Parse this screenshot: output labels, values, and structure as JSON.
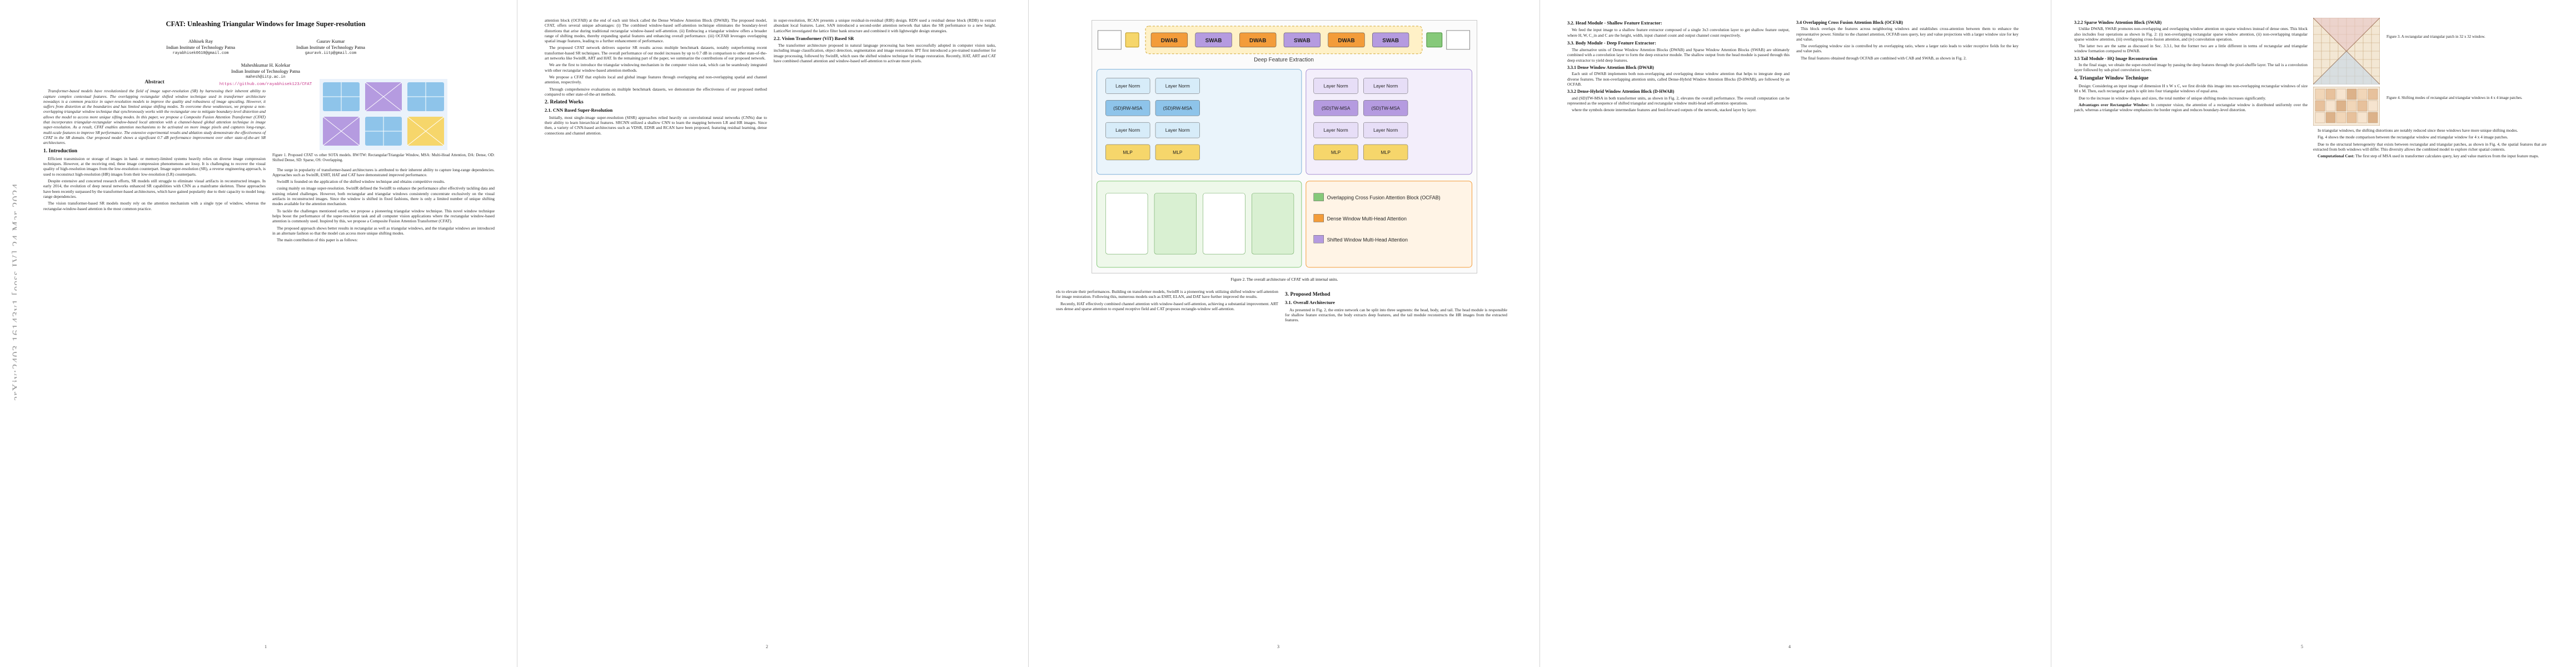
{
  "arxiv_stamp": "arXiv:2403.16143v1  [eess.IV]  24 Mar 2024",
  "page_numbers": [
    "1",
    "2",
    "3",
    "4",
    "5"
  ],
  "paper": {
    "title": "CFAT: Unleashing Triangular Windows for Image Super-resolution",
    "authors": [
      {
        "name": "Abhisek Ray",
        "affiliation": "Indian Institute of Technology Patna",
        "email": "rayabhisek0610@gmail.com"
      },
      {
        "name": "Gaurav Kumar",
        "affiliation": "Indian Institute of Technology Patna",
        "email": "gauravk.iitp@gmail.com"
      }
    ],
    "author3": {
      "name": "Maheshkumar H. Kolekar",
      "affiliation": "Indian Institute of Technology Patna",
      "email": "mahesh@iitp.ac.in"
    },
    "github": "https://github.com/rayabhisek123/CFAT"
  },
  "page1": {
    "abstract_heading": "Abstract",
    "abstract": "Transformer-based models have revolutionized the field of image super-resolution (SR) by harnessing their inherent ability to capture complex contextual features. The overlapping rectangular shifted window technique used in transformer architecture nowadays is a common practice in super-resolution models to improve the quality and robustness of image upscaling. However, it suffers from distortion at the boundaries and has limited unique shifting modes. To overcome these weaknesses, we propose a non-overlapping triangular window technique that synchronously works with the rectangular one to mitigate boundary-level distortion and allows the model to access more unique sifting modes. In this paper, we propose a Composite Fusion Attention Transformer (CFAT) that incorporates triangular-rectangular window-based local attention with a channel-based global attention technique in image super-resolution. As a result, CFAT enables attention mechanisms to be activated on more image pixels and captures long-range, multi-scale features to improve SR performance. The extensive experimental results and ablation study demonstrate the effectiveness of CFAT in the SR domain. Our proposed model shows a significant 0.7 dB performance improvement over other state-of-the-art SR architectures.",
    "fig1_caption": "Figure 1. Proposed CFAT vs other SOTA models. RW/TW: Rectangular/Triangular Window, MSA: Multi-Head Attention, DA: Dense, OD: Shifted Dense, SD: Sparse, OS: Overlapping.",
    "sec1_heading": "1. Introduction",
    "intro_1": "Efficient transmission or storage of images in hand- or memory-limited systems heavily relies on diverse image compression techniques. However, at the receiving end, these image compression phenomenons are lossy. It is challenging to recover the visual quality of high-resolution images from the low-resolution counterpart. Image super-resolution (SR), a reverse engineering approach, is used to reconstruct high-resolution (HR) images from their low-resolution (LR) counterparts.",
    "intro_2": "Despite extensive and concerted research efforts, SR models still struggle to eliminate visual artifacts in reconstructed images. In early 2014, the evolution of deep neural networks enhanced SR capabilities with CNN as a mainframe skeleton. These approaches have been recently surpassed by the transformer-based architectures, which have gained popularity due to their capacity to model long-range dependencies.",
    "intro_3": "The vision transformer-based SR models mostly rely on the attention mechanism with a single type of window, whereas the rectangular-window-based attention is the most common practice.",
    "intro_4": "The surge in popularity of transformer-based architectures is attributed to their inherent ability to capture long-range dependencies. Approaches such as SwinIR, ESRT, HAT and CAT have demonstrated improved performance.",
    "intro_5": "SwinIR is founded on the application of the shifted window technique and obtains competitive results.",
    "col2_p1": "cusing mainly on image super-resolution. SwinIR defined the SwinIR to enhance the performance after effectively tackling data and training related challenges. However, both rectangular and triangular windows consistently concentrate exclusively on the visual artifacts in reconstructed images. Since the window is shifted in fixed fashions, there is only a limited number of unique shifting modes available for the attention mechanism.",
    "col2_p2": "To tackle the challenges mentioned earlier, we propose a pioneering triangular window technique. This novel window technique helps boost the performance of the super-resolution task and all computer vision applications where the rectangular window-based attention is commonly used. Inspired by this, we propose a Composite Fusion Attention Transformer (CFAT).",
    "col2_p3": "The proposed approach shows better results in rectangular as well as triangular windows, and the triangular windows are introduced in an alternate fashion so that the model can access more unique shifting modes.",
    "col2_p4": "The main contribution of this paper is as follows:"
  },
  "page2": {
    "col1_p1": "attention block (OCFAB) at the end of each unit block called the Dense Window Attention Block (DWAB). The proposed model, CFAT, offers several unique advantages: (i) The combined window-based self-attention technique eliminates the boundary-level distortions that arise during traditional rectangular window-based self-attention. (ii) Embracing a triangular window offers a broader range of shifting modes, thereby expanding spatial features and enhancing overall performance. (iii) OCFAB leverages overlapping spatial image features, leading to a further enhancement of performance.",
    "col1_p2": "The proposed CFAT network delivers superior SR results across multiple benchmark datasets, notably outperforming recent transformer-based SR techniques. The overall performance of our model increases by up to 0.7 dB in comparison to other state-of-the-art networks like SwinIR, ART and HAT. In the remaining part of the paper, we summarize the contributions of our proposed network.",
    "contrib_1": "We are the first to introduce the triangular windowing mechanism in the computer vision task, which can be seamlessly integrated with other rectangular window-based attention methods.",
    "contrib_2": "We propose a CFAT that exploits local and global image features through overlapping and non-overlapping spatial and channel attention, respectively.",
    "contrib_3": "Through comprehensive evaluations on multiple benchmark datasets, we demonstrate the effectiveness of our proposed method compared to other state-of-the-art methods.",
    "sec2_heading": "2. Related Works",
    "sec21_heading": "2.1. CNN Based Super-Resolution",
    "rw_1": "Initially, most single-image super-resolution (SISR) approaches relied heavily on convolutional neural networks (CNNs) due to their ability to learn hierarchical features. SRCNN utilized a shallow CNN to learn the mapping between LR and HR images. Since then, a variety of CNN-based architectures such as VDSR, EDSR and RCAN have been proposed, featuring residual learning, dense connections and channel attention.",
    "col2_p1": "in super-resolution, RCAN presents a unique residual-in-residual (RIR) design. RDN used a residual dense block (RDB) to extract abundant local features. Later, SAN introduced a second-order attention network that takes the SR performance to a new height. LatticeNet investigated the lattice filter bank structure and combined it with lightweight design strategies.",
    "sec22_heading": "2.2. Vision Transformer (ViT) Based SR",
    "rw_2": "The transformer architecture proposed in natural language processing has been successfully adopted in computer vision tasks, including image classification, object detection, segmentation and image restoration. IPT first introduced a pre-trained transformer for image processing, followed by SwinIR, which uses the shifted window technique for image restoration. Recently, HAT, ART and CAT have combined channel attention and window-based self-attention to activate more pixels.",
    "fig2_caption": "Figure 2. The overall architecture of CFAT with all internal units."
  },
  "page3": {
    "col1_p1": "els to elevate their performances. Building on transformer models, SwinIR is a pioneering work utilizing shifted window self-attention for image restoration. Following this, numerous models such as ESRT, ELAN, and DAT have further improved the results.",
    "col1_p2": "Recently, HAT effectively combined channel attention with window-based self-attention, achieving a substantial improvement. ART uses dense and sparse attention to expand receptive field and CAT proposes rectangle-window self-attention.",
    "sec3_heading": "3. Proposed Method",
    "sec31_heading": "3.1. Overall Architecture",
    "arch_1": "As presented in Fig. 2, the entire network can be split into three segments: the head, body, and tail. The head module is responsible for shallow feature extraction, the body extracts deep features, and the tail module reconstructs the HR images from the extracted features.",
    "sec32_heading": "3.2. Head Module - Shallow Feature Extractor:",
    "head_1": "We feed the input image to a shallow feature extractor composed of a single 3x3 convolution layer to get shallow feature output, where H, W, C_in and C are the height, width, input channel count and output channel count respectively.",
    "sec33_heading": "3.3. Body Module - Deep Feature Extractor:",
    "body_1": "The alternative units of Dense Window Attention Blocks (DWAB) and Sparse Window Attention Blocks (SWAB) are ultimately combined with a convolution layer to form the deep extractor module. The shallow output from the head module is passed through this deep extractor to yield deep features.",
    "sec331_heading": "3.3.1 Dense Window Attention Block (DWAB)",
    "body_2": "Each unit of DWAB implements both non-overlapping and overlapping dense window attention that helps to integrate deep and diverse features. The non-overlapping attention units, called Dense-Hybrid Window Attention Blocks (D-HWAB), are followed by an OCFAB.",
    "sec332_heading": "3.3.2 Dense-Hybrid Window Attention Block (D-HWAB)",
    "col2_p1": "and (SD)TW-MSA in both transformer units, as shown in Fig. 2, elevates the overall performance. The overall computation can be represented as the sequence of shifted triangular and rectangular window multi-head self-attention operations.",
    "col2_p2": "where the symbols denote intermediate features and feed-forward outputs of the network, stacked layer by layer.",
    "sec34_heading": "3.4 Overlapping Cross Fusion Attention Block (OCFAB)",
    "ocfab_1": "This block overlaps the features across neighboring windows and establishes cross-attention between them to enhance the representative power. Similar to the channel attention, OCFAB uses query, key and value projections with a larger window size for key and value.",
    "ocfab_2": "The overlapping window size is controlled by an overlapping ratio, where a larger ratio leads to wider receptive fields for the key and value pairs.",
    "col2_p3": "The final features obtained through OCFAB are combined with CAB and SWAB, as shown in Fig. 2."
  },
  "page4": {
    "sec322_heading": "3.2.2 Sparse Window Attention Block (SWAB)",
    "swab_1": "Unlike DWAB, SWAB promotes non-overlapping and overlapping window attention on sparse windows instead of dense ones. This block also includes four operations as shown in Fig. 2: (i) non-overlapping rectangular sparse window attention, (ii) non-overlapping triangular sparse window attention, (iii) overlapping cross-fusion attention, and (iv) convolution operation.",
    "swab_2": "The latter two are the same as discussed in Sec. 3.3.1, but the former two are a little different in terms of rectangular and triangular window formation compared to DWAB.",
    "sec35_heading": "3.5 Tail Module - HQ Image Reconstruction",
    "tail_1": "In the final stage, we obtain the super-resolved image by passing the deep features through the pixel-shuffle layer. The tail is a convolution layer followed by sub-pixel convolution layers.",
    "sec4_heading": "4. Triangular Window Technique",
    "design_1": "Design: Considering an input image of dimension H x W x C, we first divide this image into non-overlapping rectangular windows of size M x M. Then, each rectangular patch is split into four triangular windows of equal area.",
    "design_2": "Due to the increase in window shapes and sizes, the total number of unique shifting modes increases significantly.",
    "adv_heading": "Advantages over Rectangular Window:",
    "adv_1": "In computer vision, the attention of a rectangular window is distributed uniformly over the patch, whereas a triangular window emphasizes the border region and reduces boundary-level distortion.",
    "col2_p1": "In triangular windows, the shifting distortions are notably reduced since these windows have more unique shifting modes.",
    "fig3_caption": "Figure 3. A rectangular and triangular patch in 32 x 32 window.",
    "fig4_caption": "Figure 4. Shifting modes of rectangular and triangular windows in 4 x 4 image patches.",
    "col2_p2": "Fig. 4 shows the mode comparison between the rectangular window and triangular window for 4 x 4 image patches.",
    "col2_p3": "Due to the structural heterogeneity that exists between rectangular and triangular patches, as shown in Fig. 4, the spatial features that are extracted from both windows will differ. This diversity allows the combined model to explore richer spatial contexts.",
    "comp_heading": "Computational Cost:",
    "comp_1": "The first step of MSA used in transformer calculates query, key and value matrices from the input feature maps."
  },
  "fig2_chart_labels": {
    "top_blocks": [
      "DWAB",
      "SWAB",
      "DWAB",
      "SWAB",
      "DWAB",
      "SWAB"
    ],
    "stage_label": "Deep Feature Extraction",
    "bottom_left": [
      "Layer Norm",
      "(SD)RW-MSA",
      "Layer Norm",
      "MLP"
    ],
    "bottom_mid": [
      "Layer Norm",
      "(SD)TW-MSA",
      "Layer Norm",
      "MLP"
    ],
    "legend": [
      "Overlapping Cross Fusion Attention Block (OCFAB)",
      "Dense Window Multi-Head Attention",
      "Shifted Window Multi-Head Attention"
    ]
  },
  "colors": {
    "accent_link": "#1a73c9",
    "github_link": "#c8378a",
    "block_orange": "#f39c3a",
    "block_green": "#86c97a",
    "block_blue": "#8ec4ea",
    "block_purple": "#b59be0",
    "block_yellow": "#f6d66b"
  }
}
